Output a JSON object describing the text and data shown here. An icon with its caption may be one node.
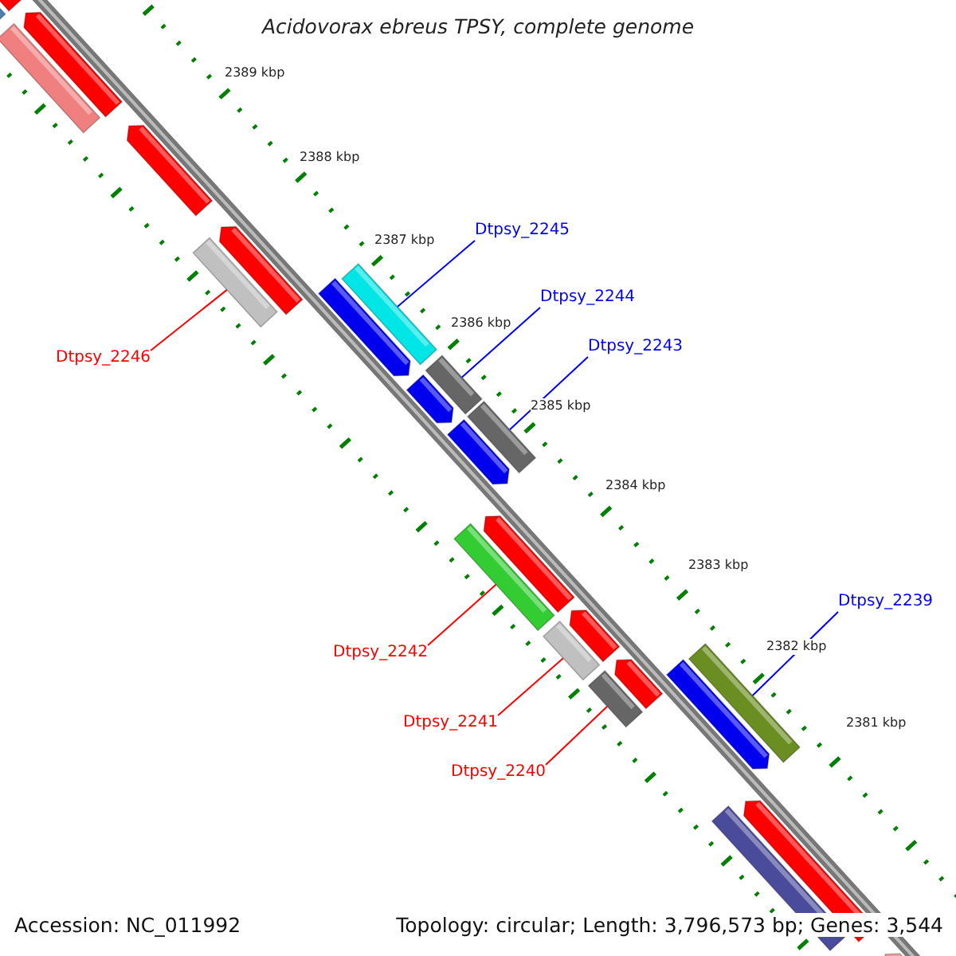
{
  "diagram": {
    "title": "Acidovorax ebreus TPSY, complete genome",
    "nodes": [
      {
        "text": [
          "Dtpsy_2245"
        ]
      },
      {
        "text": [],
        "shape": "bar"
      },
      {
        "text": [
          "Dtpsy_2244"
        ]
      },
      {
        "text": [],
        "shape": "bar"
      },
      {
        "text": [
          "Dtpsy_2243"
        ]
      },
      {
        "text": [],
        "shape": "bar"
      },
      {
        "text": [
          "Dtpsy_2246"
        ]
      },
      {
        "text": [],
        "shape": "bar"
      },
      {
        "text": [
          "Dtpsy_2239"
        ]
      },
      {
        "text": [],
        "shape": "bar"
      },
      {
        "text": [
          "Dtpsy_2242"
        ]
      },
      {
        "text": [],
        "shape": "bar"
      },
      {
        "text": [
          "Dtpsy_2241"
        ]
      },
      {
        "text": [],
        "shape": "bar"
      },
      {
        "text": [
          "Dtpsy_2240"
        ]
      },
      {
        "text": [],
        "shape": "bar"
      }
    ],
    "edges": [
      {
        "from": 0,
        "to": 1,
        "arrow": "none",
        "color": "#0000ff"
      },
      {
        "from": 2,
        "to": 3,
        "arrow": "none",
        "color": "#0000ff"
      },
      {
        "from": 4,
        "to": 5,
        "arrow": "none",
        "color": "#0000ff"
      },
      {
        "from": 6,
        "to": 7,
        "arrow": "none",
        "color": "#ff0000"
      },
      {
        "from": 8,
        "to": 9,
        "arrow": "none",
        "color": "#0000ff"
      },
      {
        "from": 10,
        "to": 11,
        "arrow": "none",
        "color": "#ff0000"
      },
      {
        "from": 12,
        "to": 13,
        "arrow": "none",
        "color": "#ff0000"
      },
      {
        "from": 14,
        "to": 15,
        "arrow": "none",
        "color": "#ff0000"
      }
    ],
    "labels": [
      "2389 kbp",
      "2388 kbp",
      "2387 kbp",
      "2386 kbp",
      "2385 kbp",
      "2384 kbp",
      "2383 kbp",
      "2382 kbp",
      "2381 kbp",
      "Accession: NC_011992",
      "Topology: circular; Length: 3,796,573 bp; Genes: 3,544"
    ]
  }
}
